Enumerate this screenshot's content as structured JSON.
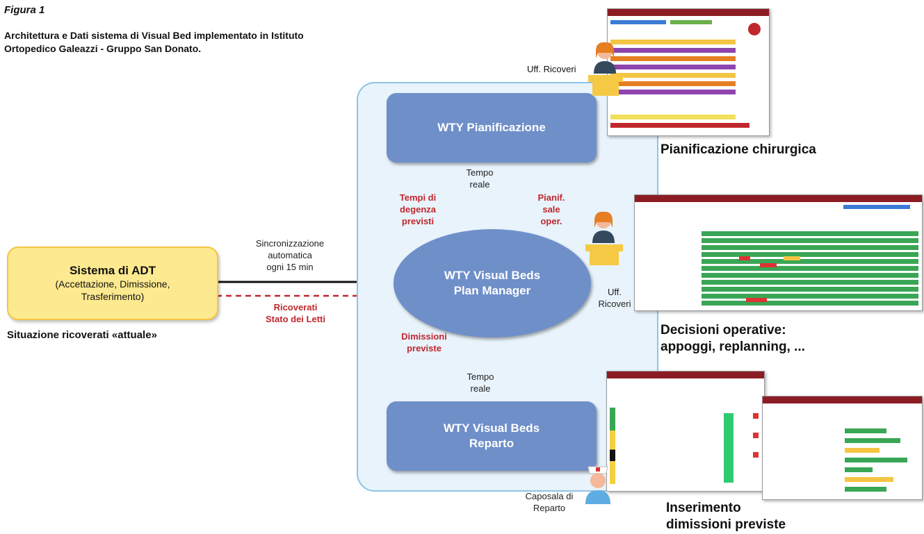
{
  "figure": {
    "label": "Figura 1",
    "title": "Architettura e Dati sistema di Visual Bed implementato in Istituto Ortopedico Galeazzi - Gruppo San Donato."
  },
  "nodes": {
    "adt": {
      "title": "Sistema di ADT",
      "subtitle": "(Accettazione, Dimissione, Trasferimento)"
    },
    "pianificazione": "WTY Pianificazione",
    "plan_manager": [
      "WTY Visual Beds",
      "Plan Manager"
    ],
    "reparto": [
      "WTY Visual Beds",
      "Reparto"
    ]
  },
  "labels": {
    "situazione": "Situazione ricoverati «attuale»",
    "sync": [
      "Sincronizzazione",
      "automatica",
      "ogni 15 min"
    ],
    "ricoverati": [
      "Ricoverati",
      "Stato dei Letti"
    ],
    "tempo_reale_top": [
      "Tempo",
      "reale"
    ],
    "tempo_reale_bottom": [
      "Tempo",
      "reale"
    ],
    "tempi_degenza": [
      "Tempi di",
      "degenza",
      "previsti"
    ],
    "pianif_sale": [
      "Pianif.",
      "sale",
      "oper."
    ],
    "dimissioni": [
      "Dimissioni",
      "previste"
    ]
  },
  "roles": {
    "uff_ricoveri_top": "Uff. Ricoveri",
    "uff_ricoveri_mid": [
      "Uff.",
      "Ricoveri"
    ],
    "caposala": [
      "Caposala di",
      "Reparto"
    ]
  },
  "captions": {
    "pianificazione_chirurgica": "Pianificazione chirurgica",
    "decisioni": [
      "Decisioni operative:",
      "appoggi, replanning, ..."
    ],
    "inserimento": [
      "Inserimento",
      "dimissioni previste"
    ]
  },
  "colors": {
    "node_blue": "#6f8fc9",
    "adt_yellow": "#fde98f",
    "accent_red": "#c0272d",
    "container_border": "#8ec3e6"
  }
}
